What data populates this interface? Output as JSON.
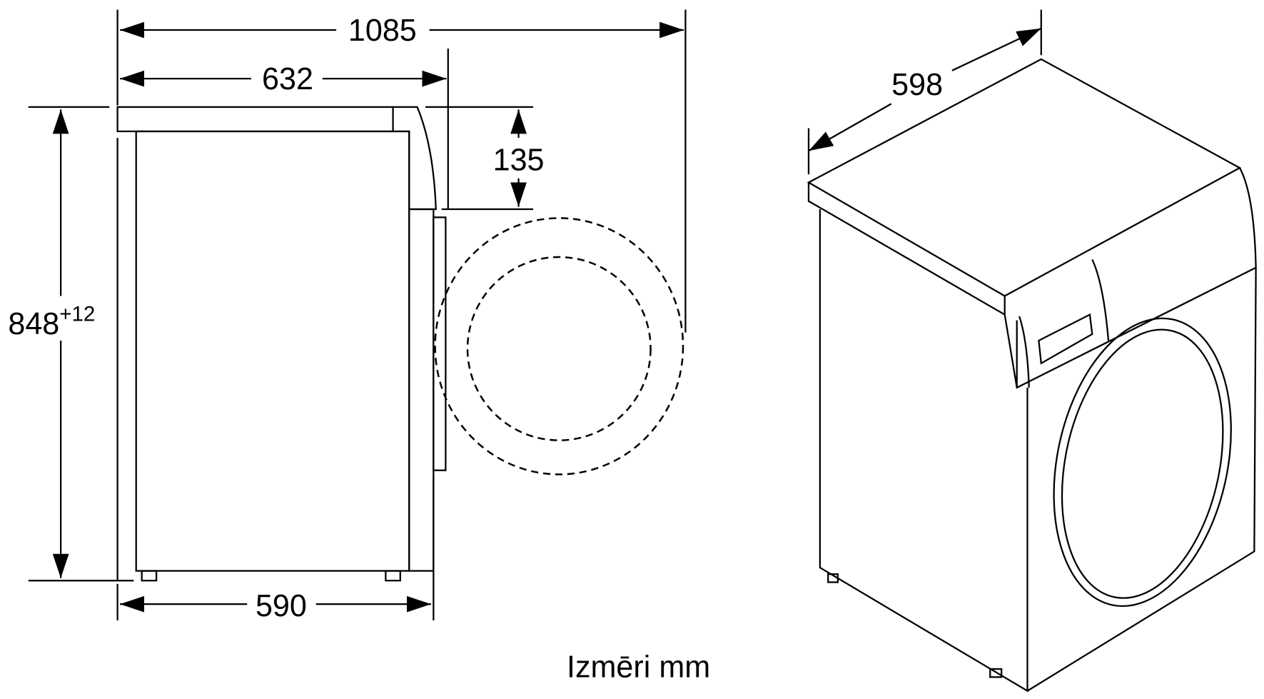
{
  "dimensions": {
    "total_depth_open": "1085",
    "depth": "632",
    "door_offset": "135",
    "height": "848",
    "height_tolerance": "+12",
    "body_depth": "590",
    "width": "598"
  },
  "caption": "Izmēri mm"
}
